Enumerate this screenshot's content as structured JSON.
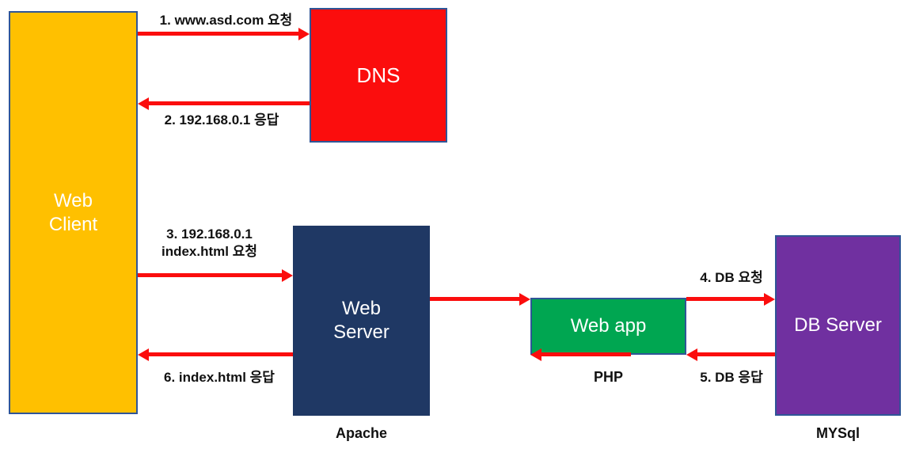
{
  "diagram": {
    "nodes": {
      "web_client": {
        "line1": "Web",
        "line2": "Client",
        "color": "#FFC000"
      },
      "dns": {
        "label": "DNS",
        "color": "#FB0D0D"
      },
      "web_server": {
        "line1": "Web",
        "line2": "Server",
        "sublabel": "Apache",
        "color": "#1F3864"
      },
      "web_app": {
        "label": "Web app",
        "sublabel": "PHP",
        "color": "#00A651"
      },
      "db_server": {
        "label": "DB Server",
        "sublabel": "MYSql",
        "color": "#7030A0"
      }
    },
    "flows": {
      "step1": {
        "label": "1. www.asd.com 요청",
        "from": "Web Client",
        "to": "DNS"
      },
      "step2": {
        "label": "2. 192.168.0.1 응답",
        "from": "DNS",
        "to": "Web Client"
      },
      "step3": {
        "line1": "3. 192.168.0.1",
        "line2": "index.html 요청",
        "from": "Web Client",
        "to": "Web Server"
      },
      "step4": {
        "label": "4. DB 요청",
        "from": "Web app",
        "to": "DB Server"
      },
      "step5": {
        "label": "5. DB 응답",
        "from": "DB Server",
        "to": "Web app"
      },
      "step6": {
        "label": "6. index.html 응답",
        "from": "Web Server",
        "to": "Web Client"
      }
    },
    "colors": {
      "arrow": "#FB0D0D",
      "outline": "#2F5597",
      "label_text": "#111111",
      "background": "#FFFFFF"
    }
  }
}
